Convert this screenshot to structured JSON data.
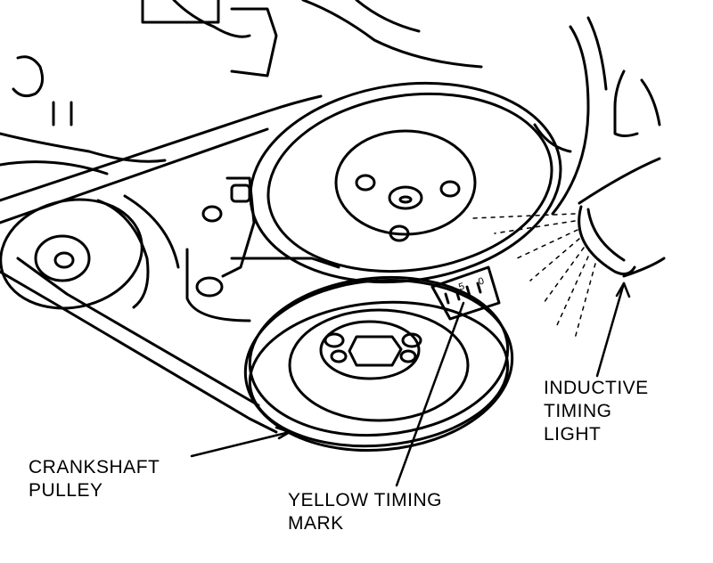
{
  "labels": {
    "crankshaft": [
      "CRANKSHAFT",
      "PULLEY"
    ],
    "timing_mark": [
      "YELLOW TIMING",
      "MARK"
    ],
    "timing_light": [
      "INDUCTIVE",
      "TIMING",
      "LIGHT"
    ]
  },
  "scale_marks": [
    "5",
    "0"
  ],
  "colors": {
    "ink": "#000000",
    "paper": "#ffffff"
  }
}
